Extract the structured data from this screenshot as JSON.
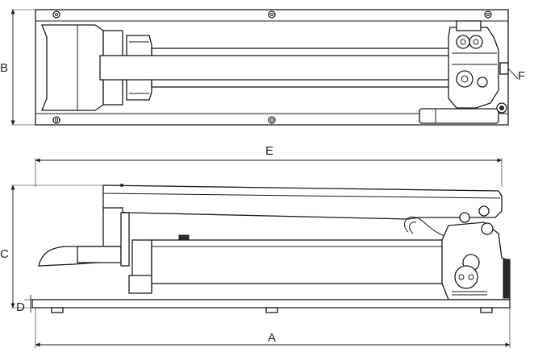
{
  "dimension_labels": {
    "A": "A",
    "B": "B",
    "C": "C",
    "D": "D",
    "E": "E",
    "F": "F"
  },
  "colors": {
    "line": "#1a1a1a",
    "background": "#ffffff",
    "dimension_arrow": "#1a1a1a"
  }
}
